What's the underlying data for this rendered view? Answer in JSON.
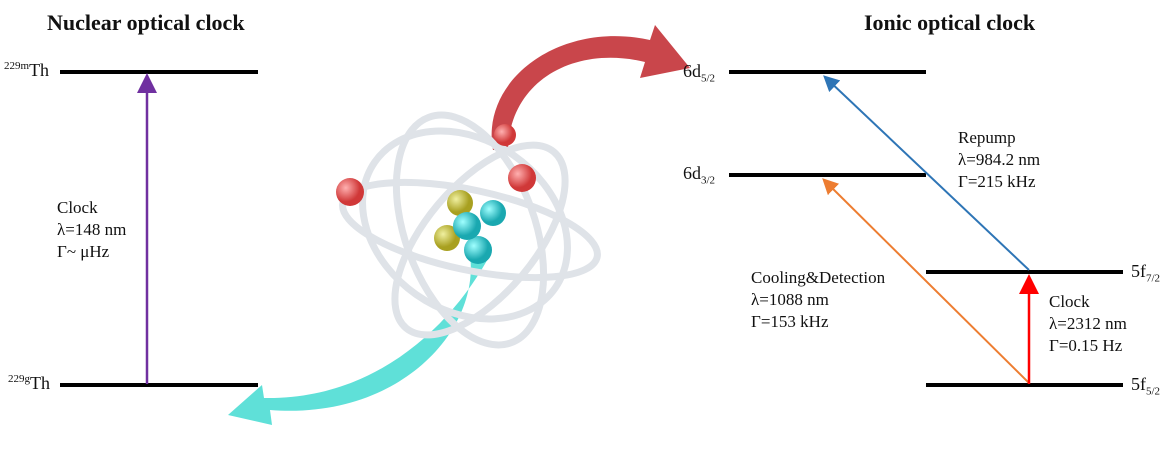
{
  "nuclear": {
    "title": "Nuclear optical clock",
    "upper_level": {
      "sup": "229m",
      "base": "Th"
    },
    "lower_level": {
      "sup": "229g",
      "base": "Th"
    },
    "transition": {
      "name": "Clock",
      "wavelength": "λ=148 nm",
      "linewidth": "Γ~ μHz",
      "color": "#7030a0"
    }
  },
  "ionic": {
    "title": "Ionic optical clock",
    "levels": [
      {
        "base": "6d",
        "sub": "5/2"
      },
      {
        "base": "6d",
        "sub": "3/2"
      },
      {
        "base": "5f",
        "sub": "7/2"
      },
      {
        "base": "5f",
        "sub": "5/2"
      }
    ],
    "transitions": [
      {
        "name": "Repump",
        "wavelength": "λ=984.2 nm",
        "linewidth": "Γ=215 kHz",
        "color": "#2e75b6"
      },
      {
        "name": "Cooling&Detection",
        "wavelength": "λ=1088 nm",
        "linewidth": "Γ=153 kHz",
        "color": "#ed7d31"
      },
      {
        "name": "Clock",
        "wavelength": "λ=2312 nm",
        "linewidth": "Γ=0.15 Hz",
        "color": "#ff0000"
      }
    ]
  },
  "colors": {
    "red_arrow": "#c9464b",
    "teal_arrow": "#5fe0d8",
    "proton": "#e05050",
    "neutron_yellow": "#c8c040",
    "neutron_teal": "#30c0c8"
  }
}
